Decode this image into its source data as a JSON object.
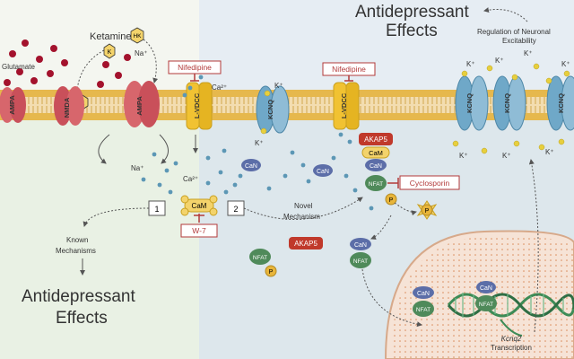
{
  "labels": {
    "glutamate": "Glutamate",
    "ketamine": "Ketamine",
    "k_glyph": "K",
    "hk_glyph": "HK",
    "na_top": "Na⁺",
    "na_bottom": "Na⁺",
    "ca_top": "Ca²⁺",
    "ca_mid": "Ca²⁺",
    "k_plus": "K⁺",
    "cam": "CaM",
    "can": "CaN",
    "nfat": "NFAT",
    "p": "P",
    "akap5": "AKAP5",
    "box1": "1",
    "box2": "2",
    "known_line1": "Known",
    "known_line2": "Mechanisms",
    "novel_line1": "Novel",
    "novel_line2": "Mechanism",
    "antidep_left_line1": "Antidepressant",
    "antidep_left_line2": "Effects",
    "antidep_top_line1": "Antidepressant",
    "antidep_top_line2": "Effects",
    "regulation_line1": "Regulation of Neuronal",
    "regulation_line2": "Excitability",
    "transcription_gene": "Kcnq2",
    "transcription_word": "Transcription"
  },
  "channels": {
    "ampa": "AMPA",
    "nmda": "NMDA",
    "lvdcc": "L-VDCC",
    "kcnq": "KCNQ"
  },
  "inhibitors": {
    "nifedipine": "Nifedipine",
    "w7": "W-7",
    "cyclosporin": "Cyclosporin"
  },
  "colors": {
    "extracellular_left": "#f4f6f0",
    "extracellular_right": "#e6edf3",
    "intracellular_left": "#e9f1e4",
    "intracellular_right": "#dde7ec",
    "membrane_head": "#e6b84d",
    "membrane_tail": "#c99a35",
    "ampa": "#d7666c",
    "nmda": "#c9505a",
    "lvdcc": "#f1c232",
    "kcnq": "#6fa8c8",
    "glutamate": "#a3122d",
    "ion_blue": "#5c97b5",
    "ion_yellow": "#e7cf3d",
    "cam": "#f3d36b",
    "can": "#5c6ea8",
    "nfat": "#4f8a5a",
    "akap5": "#c0392b",
    "inhibitor_red": "#b23a3a",
    "nucleus": "#f2d9c8",
    "dna": "#3d8b56"
  }
}
